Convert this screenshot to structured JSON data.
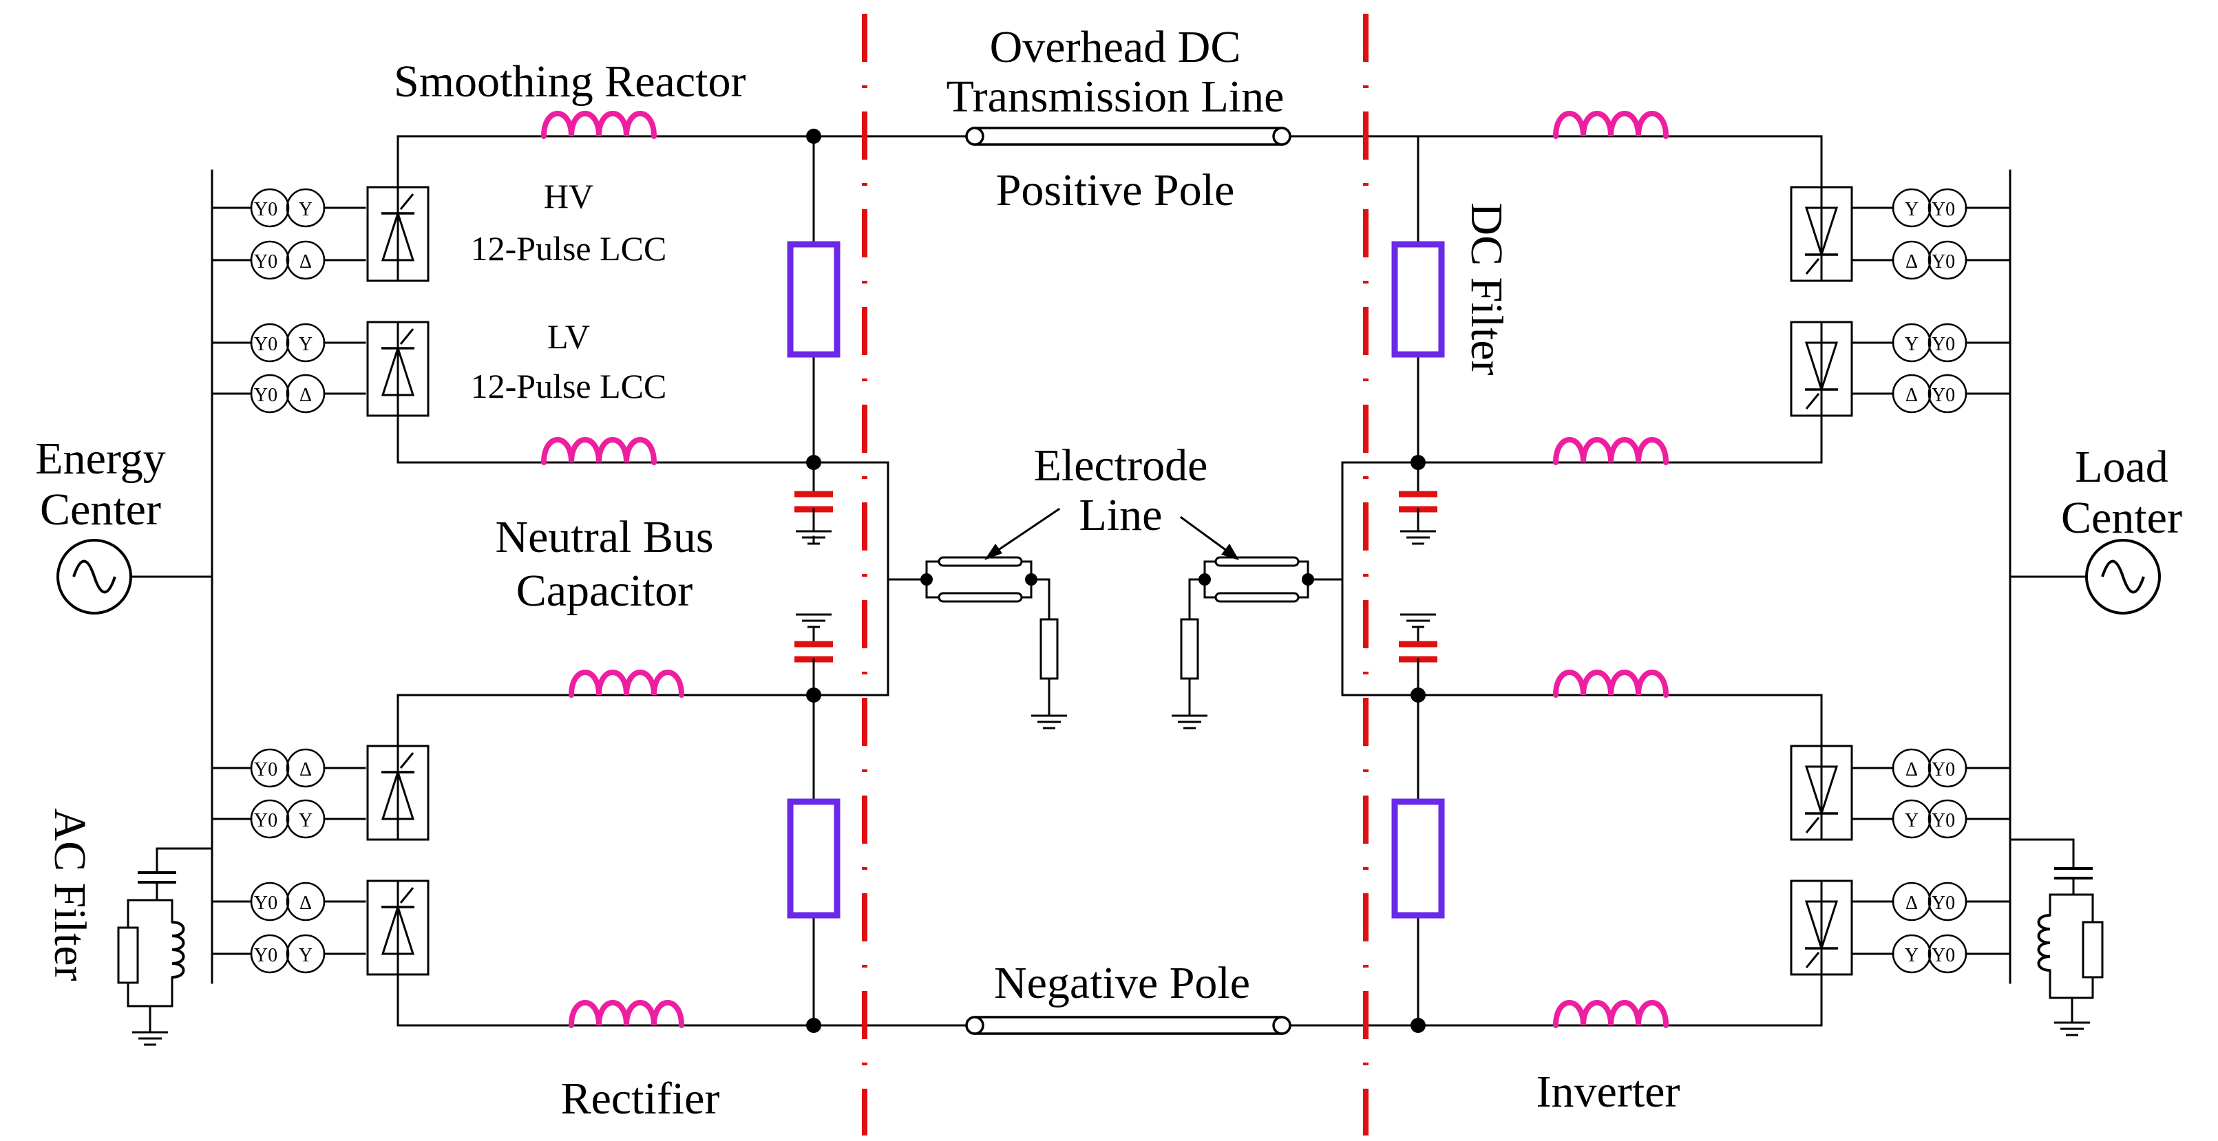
{
  "labels": {
    "smoothing_reactor": "Smoothing Reactor",
    "overhead_line_1": "Overhead DC",
    "overhead_line_2": "Transmission Line",
    "positive_pole": "Positive Pole",
    "negative_pole": "Negative Pole",
    "hv": "HV",
    "hv_lcc": "12-Pulse LCC",
    "lv": "LV",
    "lv_lcc": "12-Pulse LCC",
    "energy_center_1": "Energy",
    "energy_center_2": "Center",
    "load_center_1": "Load",
    "load_center_2": "Center",
    "neutral_bus_1": "Neutral Bus",
    "neutral_bus_2": "Capacitor",
    "electrode_line_1": "Electrode",
    "electrode_line_2": "Line",
    "dc_filter": "DC Filter",
    "ac_filter": "AC Filter",
    "rectifier": "Rectifier",
    "inverter": "Inverter"
  },
  "transformer_winding_labels": {
    "wye_grounded": "Y0",
    "wye": "Y",
    "delta": "Δ"
  },
  "colors": {
    "wire": "#000000",
    "smoothing_reactor": "#ee1ea0",
    "capacitor": "#e01010",
    "dc_filter": "#6a28e8",
    "station_boundary": "#e01010"
  }
}
